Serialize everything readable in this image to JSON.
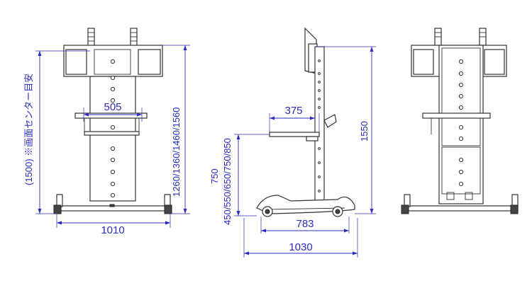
{
  "colors": {
    "dimension": "#2b2bbf",
    "line": "#333333",
    "background": "#ffffff"
  },
  "front_view": {
    "width_label": "1010",
    "bracket_width_label": "505",
    "center_height_label": "(1500) ※画面センター目安",
    "height_range_label": "1260/1360/1460/1560"
  },
  "side_view": {
    "shelf_depth_label": "375",
    "total_height_label": "1550",
    "shelf_height_label_line1": "750",
    "shelf_height_label_line2": "450/550/650/750/850",
    "wheelbase_label": "783",
    "base_depth_label": "1030"
  }
}
